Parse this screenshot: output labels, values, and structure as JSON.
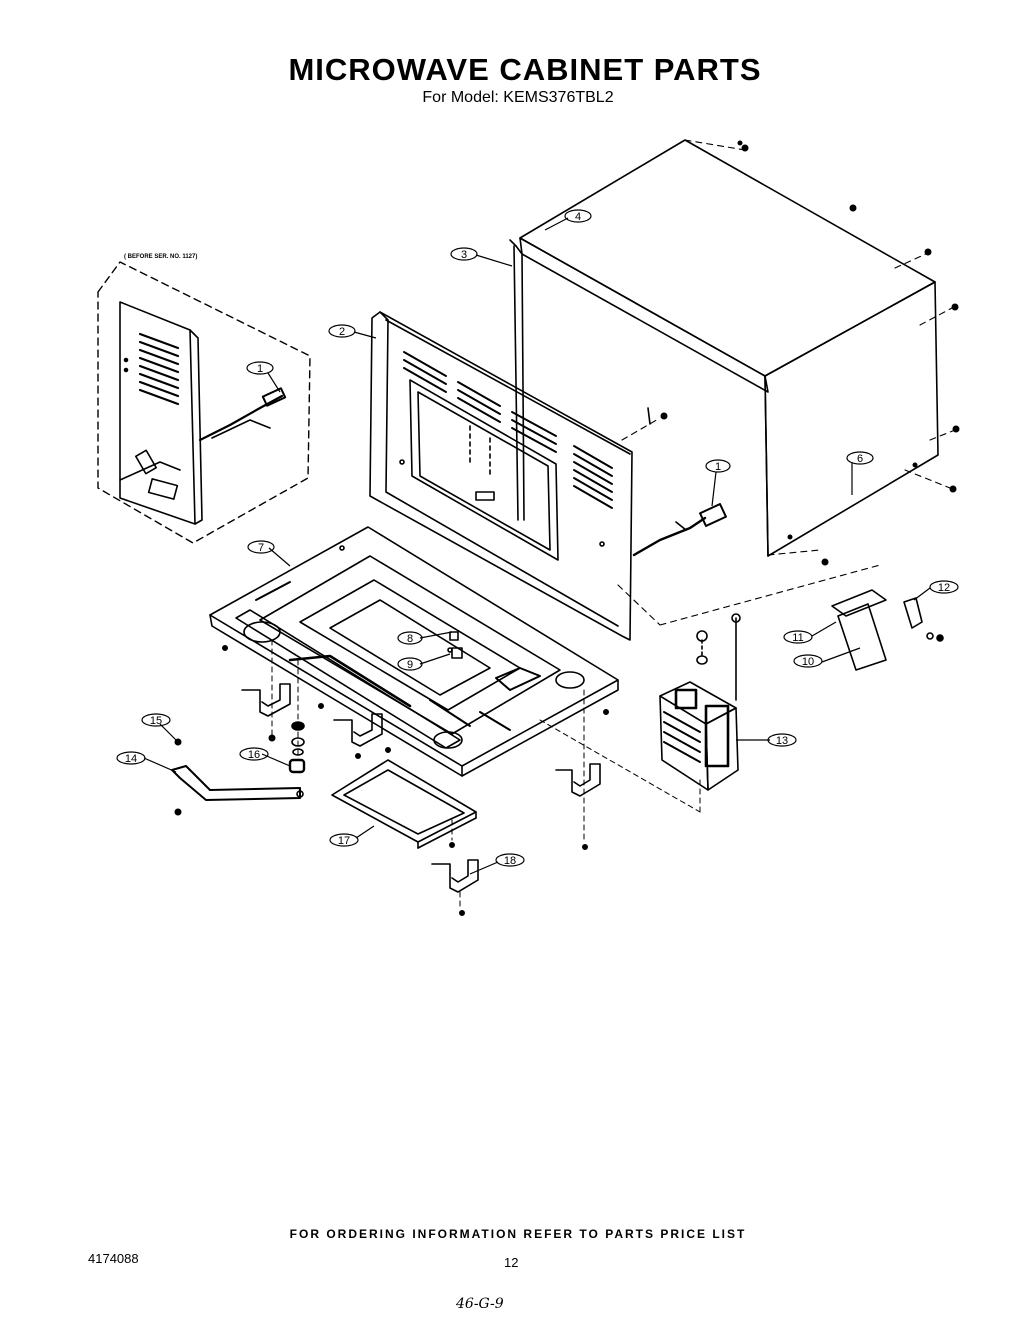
{
  "header": {
    "title": "MICROWAVE CABINET PARTS",
    "subtitle": "For Model: KEMS376TBL2"
  },
  "inset": {
    "note": "( BEFORE SER. NO. 1127)"
  },
  "callouts": [
    {
      "id": "c1-inset",
      "label": "1"
    },
    {
      "id": "c1",
      "label": "1"
    },
    {
      "id": "c2",
      "label": "2"
    },
    {
      "id": "c3",
      "label": "3"
    },
    {
      "id": "c4",
      "label": "4"
    },
    {
      "id": "c6",
      "label": "6"
    },
    {
      "id": "c7",
      "label": "7"
    },
    {
      "id": "c8",
      "label": "8"
    },
    {
      "id": "c9",
      "label": "9"
    },
    {
      "id": "c10",
      "label": "10"
    },
    {
      "id": "c11",
      "label": "11"
    },
    {
      "id": "c12",
      "label": "12"
    },
    {
      "id": "c13",
      "label": "13"
    },
    {
      "id": "c14",
      "label": "14"
    },
    {
      "id": "c15",
      "label": "15"
    },
    {
      "id": "c16",
      "label": "16"
    },
    {
      "id": "c17",
      "label": "17"
    },
    {
      "id": "c18",
      "label": "18"
    }
  ],
  "footer": {
    "ordering": "FOR ORDERING INFORMATION REFER TO PARTS PRICE LIST",
    "doc_number": "4174088",
    "page_number": "12",
    "handwritten": "46-G-9"
  }
}
